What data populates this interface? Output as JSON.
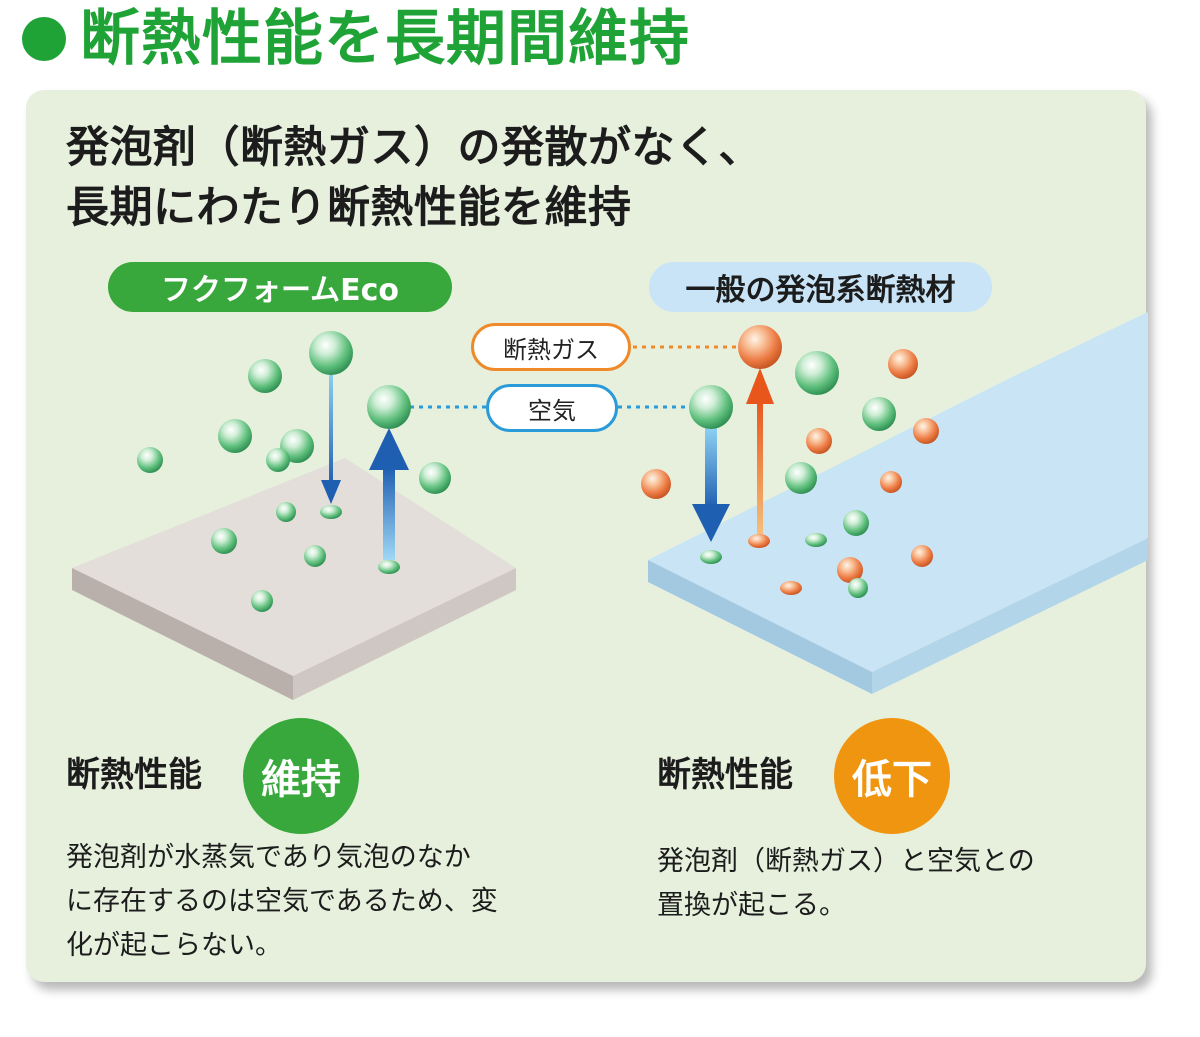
{
  "title": "断熱性能を長期間維持",
  "headline": {
    "line1": "発泡剤（断熱ガス）の発散がなく、",
    "line2": "長期にわたり断熱性能を維持"
  },
  "left": {
    "product": "フクフォームEco",
    "performance_label": "断熱性能",
    "status": "維持",
    "desc_lines": [
      "発泡剤が水蒸気であり気泡のなか",
      "に存在するのは空気であるため、変",
      "化が起こらない。"
    ]
  },
  "right": {
    "product": "一般の発泡系断熱材",
    "performance_label": "断熱性能",
    "status": "低下",
    "desc_lines": [
      "発泡剤（断熱ガス）と空気との",
      "置換が起こる。"
    ]
  },
  "legend": {
    "gas": "断熱ガス",
    "air": "空気"
  },
  "colors": {
    "title_green": "#1fa336",
    "panel_bg": "#e6f0dd",
    "keep_green": "#38a83c",
    "drop_orange": "#f0950f",
    "gas_orange": "#ee8a2a",
    "air_blue": "#2a9ad8",
    "eco_board": "#ddd7d3",
    "general_board": "#c6e2f3"
  }
}
